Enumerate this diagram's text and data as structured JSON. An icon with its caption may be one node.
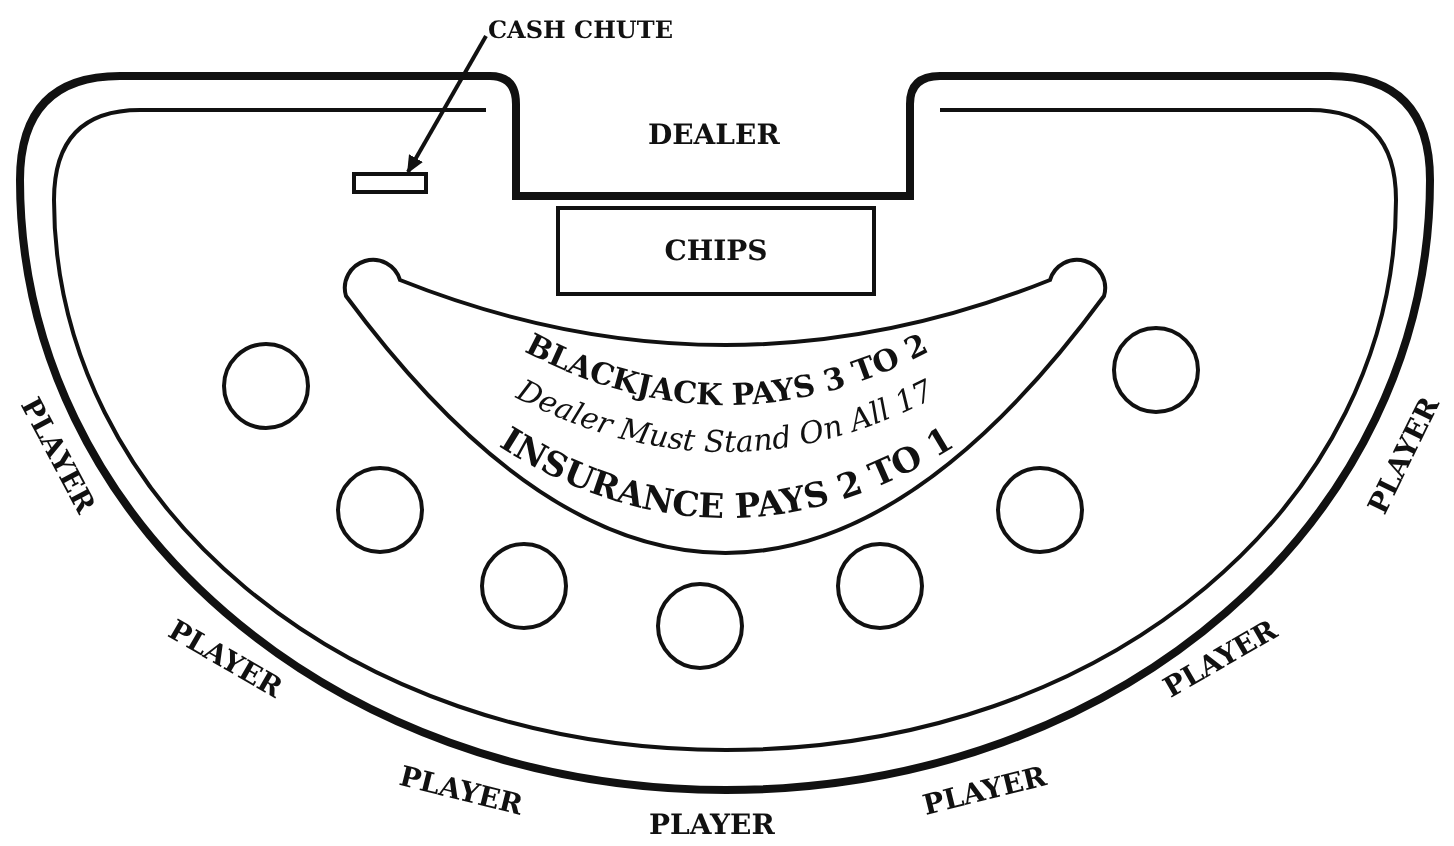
{
  "diagram": {
    "nodes": [
      {
        "text": [
          "CASH CHUTE"
        ]
      },
      {
        "text": [],
        "shape": "box"
      },
      {
        "text": [
          "CHIPS"
        ]
      },
      {
        "text": [
          "BLACKJACK PAYS 3 TO 2",
          "Dealer Must Stand On All 17",
          "INSURANCE PAYS 2 TO 1"
        ]
      },
      {
        "text": [],
        "shape": "circle"
      },
      {
        "text": [],
        "shape": "circle"
      },
      {
        "text": [],
        "shape": "circle"
      },
      {
        "text": [],
        "shape": "circle"
      },
      {
        "text": [],
        "shape": "circle"
      },
      {
        "text": [],
        "shape": "circle"
      },
      {
        "text": [],
        "shape": "circle"
      }
    ],
    "edges": [
      {
        "from": 0,
        "to": 1,
        "arrow": "to"
      }
    ],
    "labels": [
      "DEALER",
      "PLAYER",
      "PLAYER",
      "PLAYER",
      "PLAYER",
      "PLAYER",
      "PLAYER",
      "PLAYER"
    ]
  }
}
